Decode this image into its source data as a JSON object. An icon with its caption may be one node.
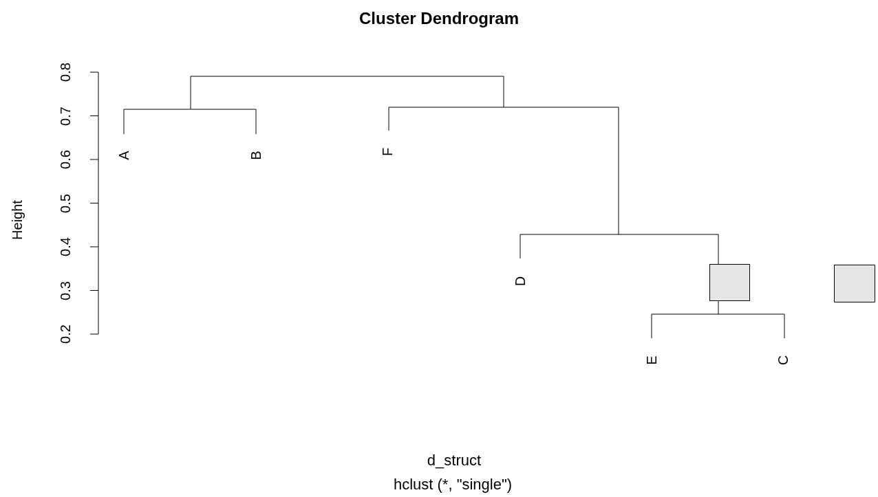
{
  "diagram": {
    "title": "Cluster Dendrogram",
    "caption": "hclust (*, \"single\")",
    "nodes": [
      {
        "text": [],
        "shape": "box"
      },
      {
        "text": [],
        "shape": "box"
      }
    ],
    "edges": [],
    "labels": [
      "0.8",
      "0.7",
      "0.6",
      "0.5",
      "0.4",
      "0.3",
      "0.2",
      "Height",
      "A",
      "B",
      "F",
      "D",
      "E",
      "C",
      "d_struct"
    ]
  }
}
